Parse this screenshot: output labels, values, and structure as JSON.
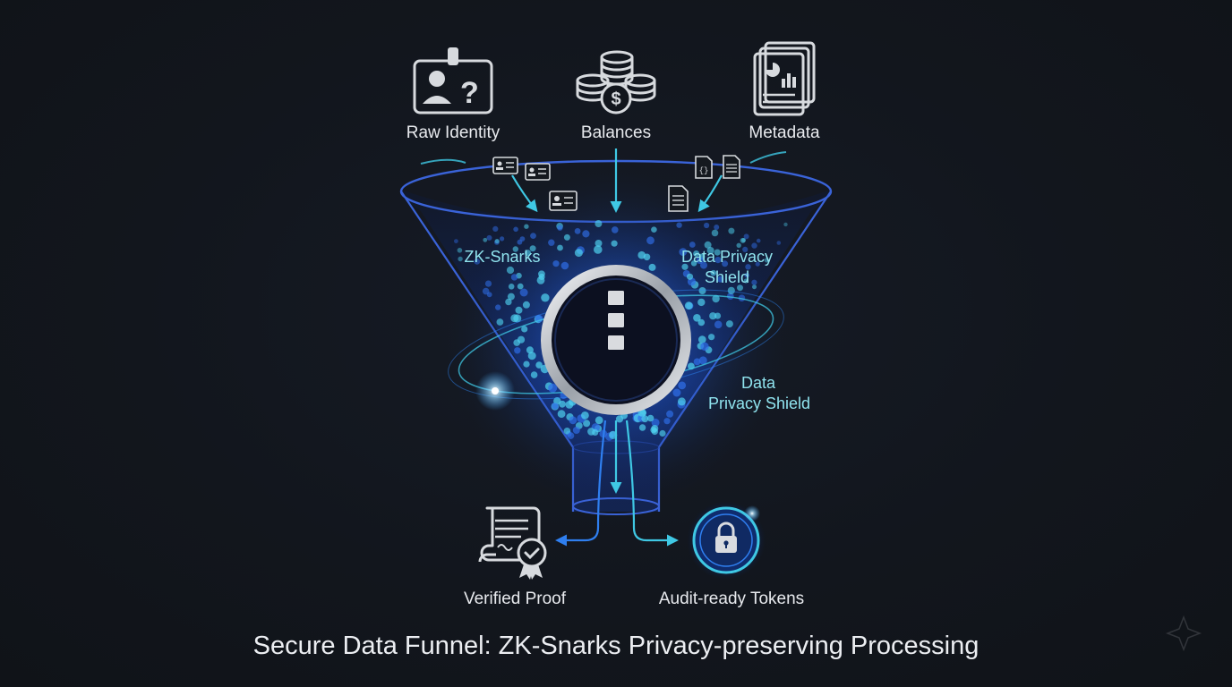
{
  "inputs": {
    "identity": {
      "label": "Raw Identity",
      "icon": "id-card-question-icon"
    },
    "balances": {
      "label": "Balances",
      "icon": "coin-stack-icon"
    },
    "metadata": {
      "label": "Metadata",
      "icon": "document-stack-icon"
    }
  },
  "funnel": {
    "label_left": "ZK-Snarks",
    "label_right_line1": "Data Privacy",
    "label_right_line2": "Shield",
    "ring_label_line1": "Data",
    "ring_label_line2": "Privacy Shield",
    "core_icon": "shield-core-icon"
  },
  "outputs": {
    "proof": {
      "label": "Verified Proof",
      "icon": "certificate-scroll-icon"
    },
    "tokens": {
      "label": "Audit-ready Tokens",
      "icon": "padlock-icon"
    }
  },
  "caption": "Secure Data Funnel: ZK-Snarks Privacy-preserving Processing",
  "colors": {
    "background": "#12161d",
    "funnel_outline": "#3a63d8",
    "arrow": "#3fc8e4",
    "particle": "#2f8cff",
    "label_cyan": "#8fe3ee"
  }
}
